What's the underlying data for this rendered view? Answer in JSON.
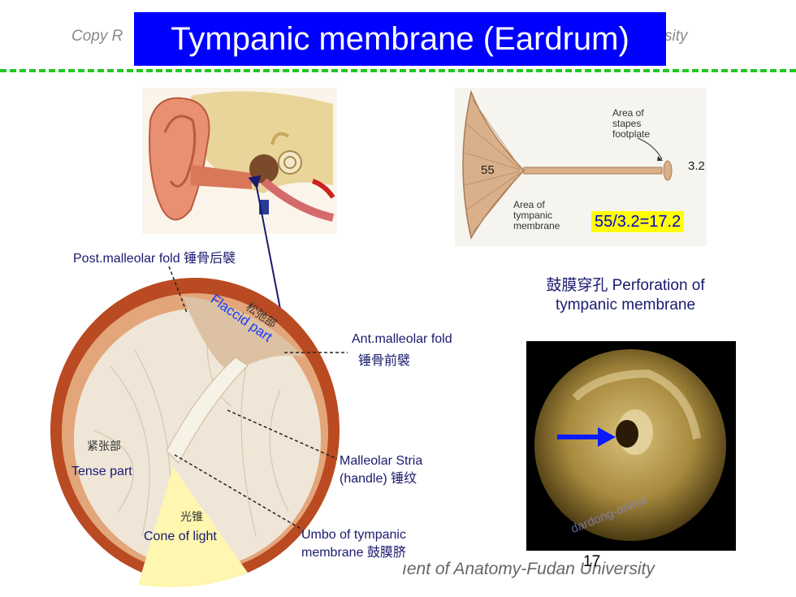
{
  "header": {
    "copyright_left": "Copy R",
    "copyright_right": "sity",
    "title": "Tympanic membrane (Eardrum)"
  },
  "diagram": {
    "tm_area": "55",
    "stapes_area": "3.2",
    "tm_area_label_1": "Area of",
    "tm_area_label_2": "tympanic",
    "tm_area_label_3": "membrane",
    "stapes_label_1": "Area of",
    "stapes_label_2": "stapes",
    "stapes_label_3": "footplate",
    "ratio": "55/3.2=17.2"
  },
  "eardrum": {
    "post_fold": "Post.malleolar fold 锤骨后襞",
    "flaccid_cn": "松弛部",
    "flaccid_en": "Flaccid part",
    "ant_fold_1": "Ant.malleolar fold",
    "ant_fold_2": "锤骨前襞",
    "tense_cn": "紧张部",
    "tense_en": "Tense part",
    "stria_1": "Malleolar Stria",
    "stria_2": "(handle) 锤纹",
    "cone_cn": "光锥",
    "cone_en": "Cone of light",
    "umbo_1": "Umbo of tympanic",
    "umbo_2": "membrane 鼓膜脐"
  },
  "perforation": {
    "line1": "鼓膜穿孔 Perforation of",
    "line2": "tympanic membrane",
    "watermark": "dardong-online"
  },
  "footer": {
    "text": "ıent of Anatomy-Fudan University",
    "page": "17"
  },
  "colors": {
    "banner": "#0000ff",
    "dash": "#22c822",
    "highlight": "#ffff00",
    "arrow": "#0a1aff"
  }
}
